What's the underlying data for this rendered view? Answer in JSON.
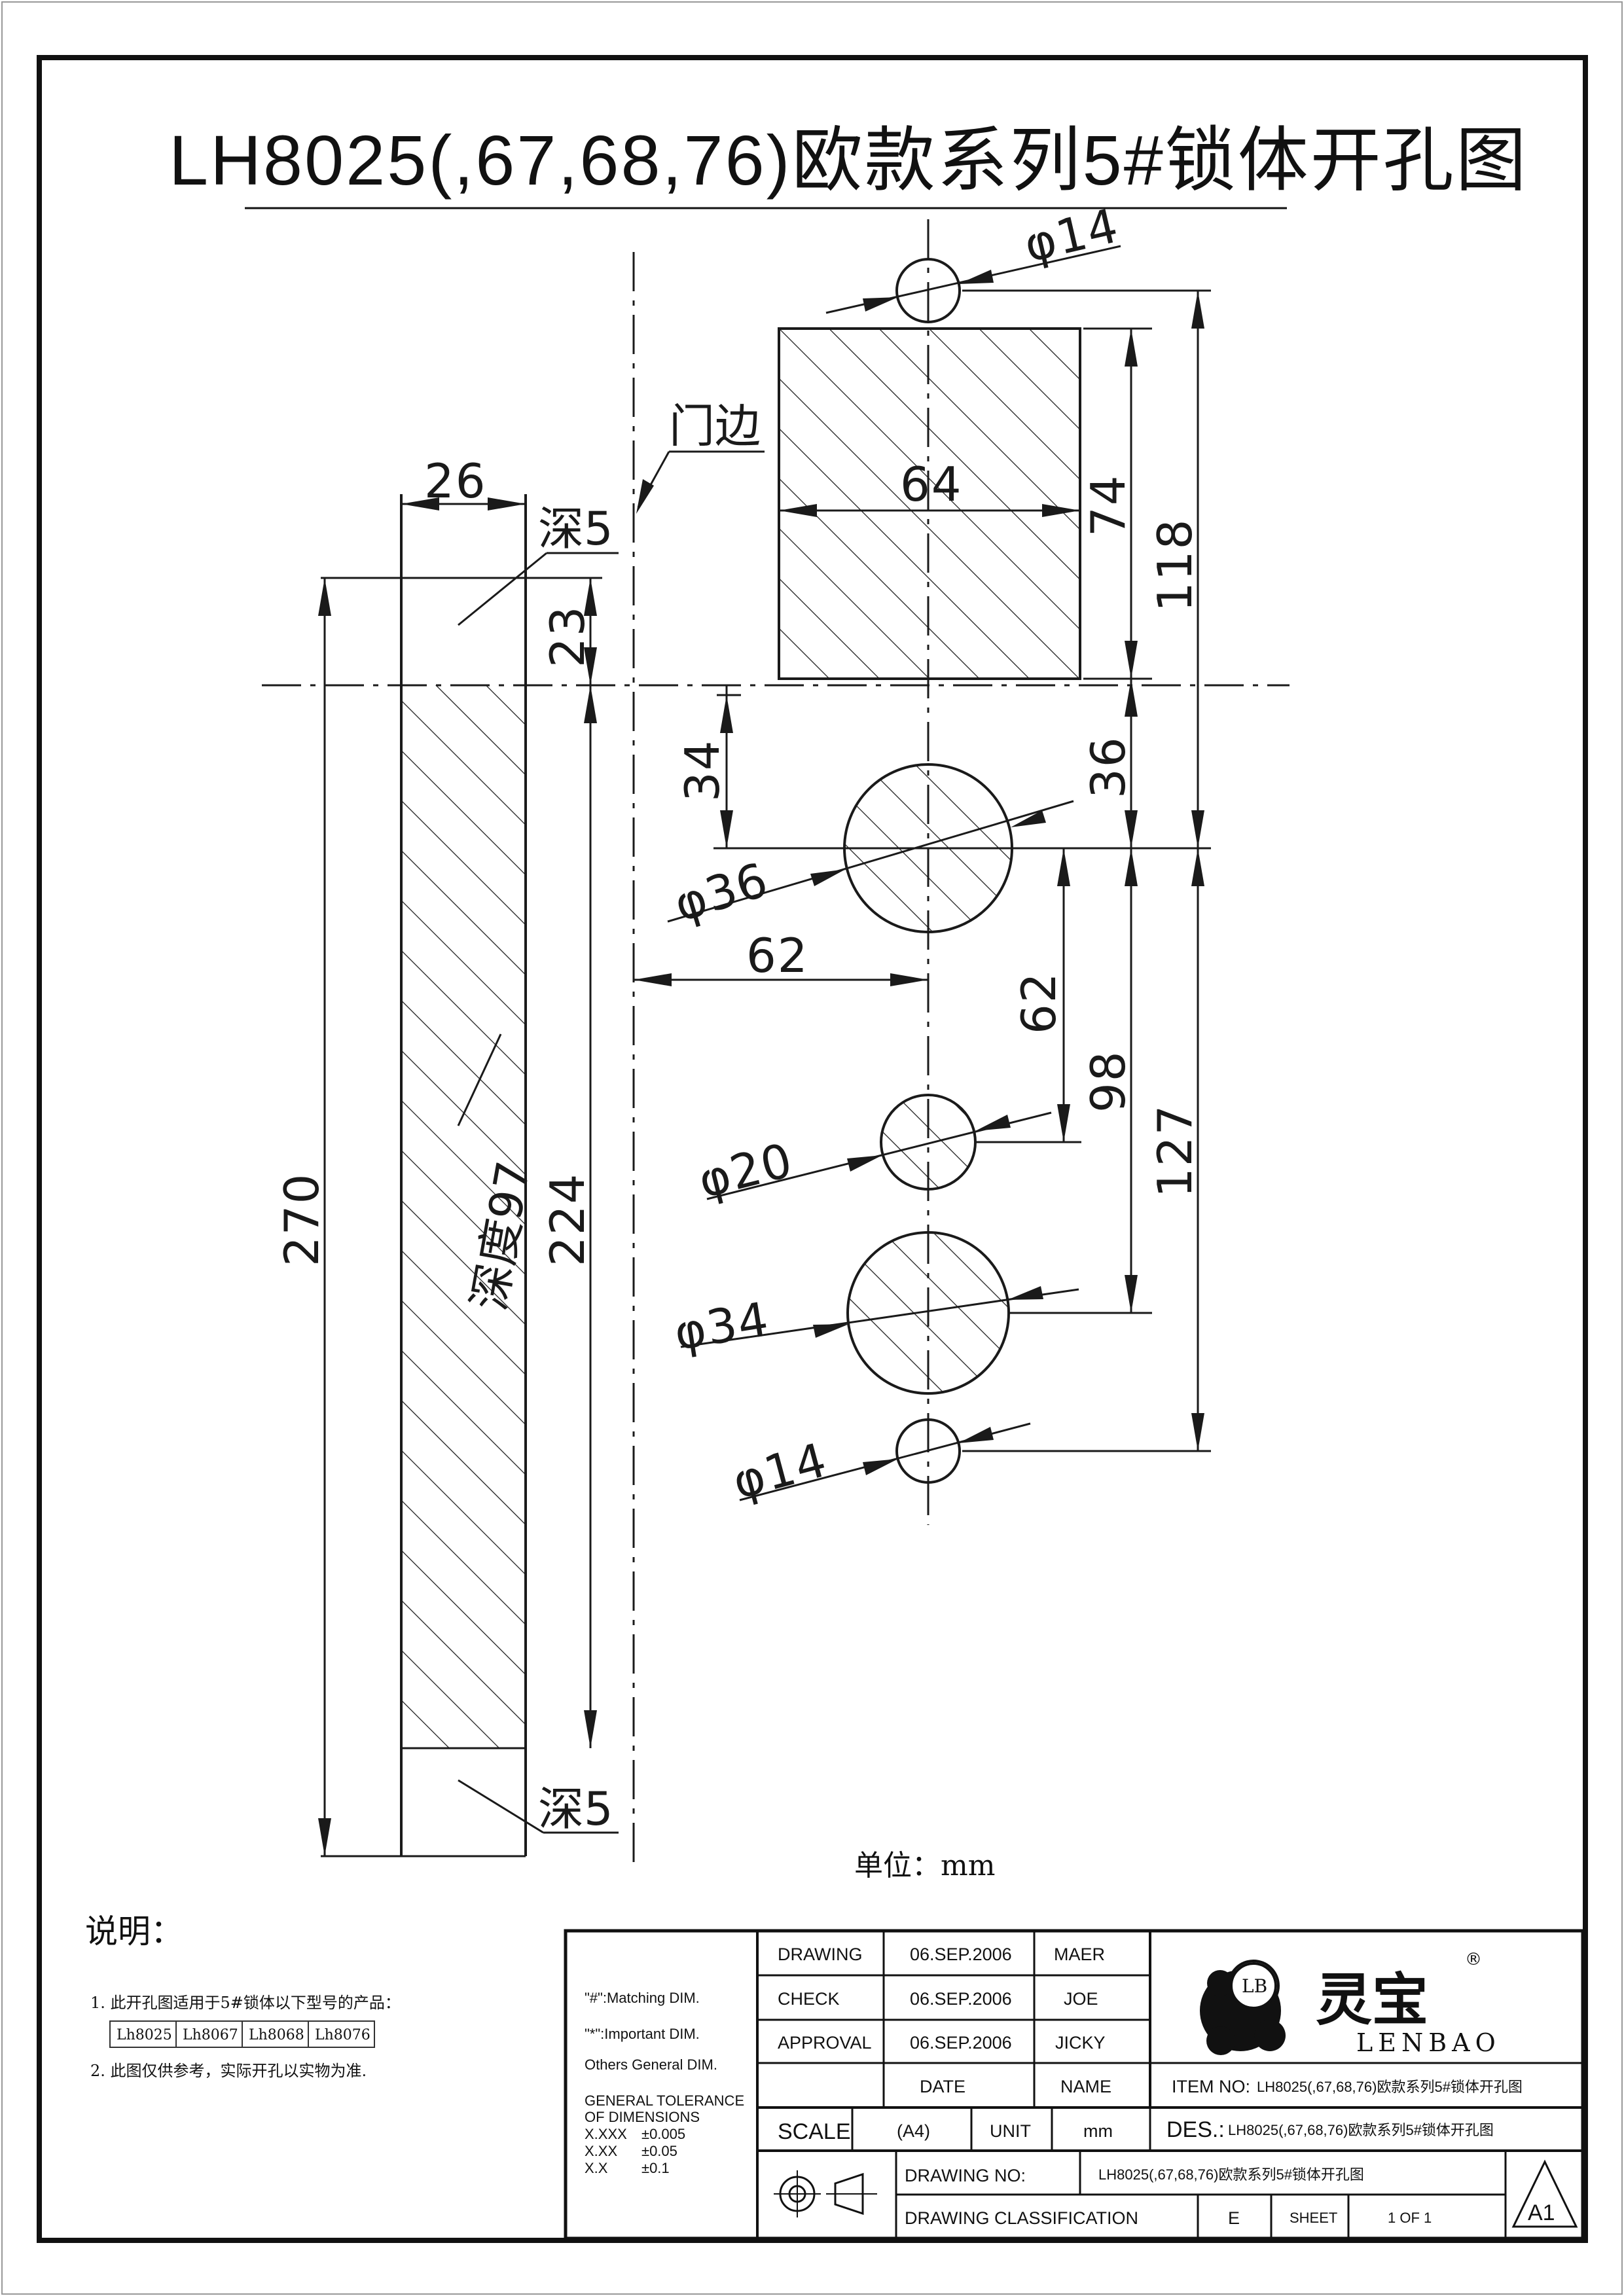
{
  "title": "LH8025(,67,68,76)欧款系列5#锁体开孔图",
  "labels": {
    "door_edge": "门边",
    "depth_top": "深5",
    "depth_bottom": "深5",
    "depth_main": "深度97",
    "unit": "单位：mm"
  },
  "dimensions": {
    "d14_top": "φ14",
    "w64": "64",
    "h74": "74",
    "h118": "118",
    "w26": "26",
    "h23": "23",
    "h34": "34",
    "h36": "36",
    "d36": "φ36",
    "w62": "62",
    "h62": "62",
    "h98": "98",
    "h127": "127",
    "h270": "270",
    "h224": "224",
    "d20": "φ20",
    "d34": "φ34",
    "d14_bottom": "φ14"
  },
  "notes": {
    "heading": "说明：",
    "item1": "1. 此开孔图适用于5#锁体以下型号的产品：",
    "models": [
      "Lh8025",
      "Lh8067",
      "Lh8068",
      "Lh8076"
    ],
    "item2": "2. 此图仅供参考，实际开孔以实物为准."
  },
  "title_block": {
    "legend": {
      "matching": "\"#\":Matching  DIM.",
      "important": "\"*\":Important  DIM.",
      "others": "Others General  DIM.",
      "tol_title_1": "GENERAL TOLERANCE",
      "tol_title_2": "OF DIMENSIONS",
      "tol": [
        {
          "k": "X.XXX",
          "v": "±0.005"
        },
        {
          "k": "X.XX",
          "v": "±0.05"
        },
        {
          "k": "X.X",
          "v": "±0.1"
        }
      ]
    },
    "rows": [
      {
        "label": "DRAWING",
        "date": "06.SEP.2006",
        "name": "MAER"
      },
      {
        "label": "CHECK",
        "date": "06.SEP.2006",
        "name": "JOE"
      },
      {
        "label": "APPROVAL",
        "date": "06.SEP.2006",
        "name": "JICKY"
      }
    ],
    "date_header": "DATE",
    "name_header": "NAME",
    "scale_label": "SCALE",
    "scale_value": "(A4)",
    "unit_label": "UNIT",
    "unit_value": "mm",
    "item_no_label": "ITEM NO:",
    "item_no_value": "LH8025(,67,68,76)欧款系列5#锁体开孔图",
    "des_label": "DES.:",
    "des_value": "LH8025(,67,68,76)欧款系列5#锁体开孔图",
    "drawing_no_label": "DRAWING NO:",
    "drawing_no_value": "LH8025(,67,68,76)欧款系列5#锁体开孔图",
    "classification_label": "DRAWING CLASSIFICATION",
    "classification_value": "E",
    "sheet_label": "SHEET",
    "sheet_value": "1 OF 1",
    "size_mark": "A1",
    "brand_cn": "灵宝",
    "brand_en": "LENBAO",
    "logo_mark": "LB",
    "registered": "®"
  }
}
